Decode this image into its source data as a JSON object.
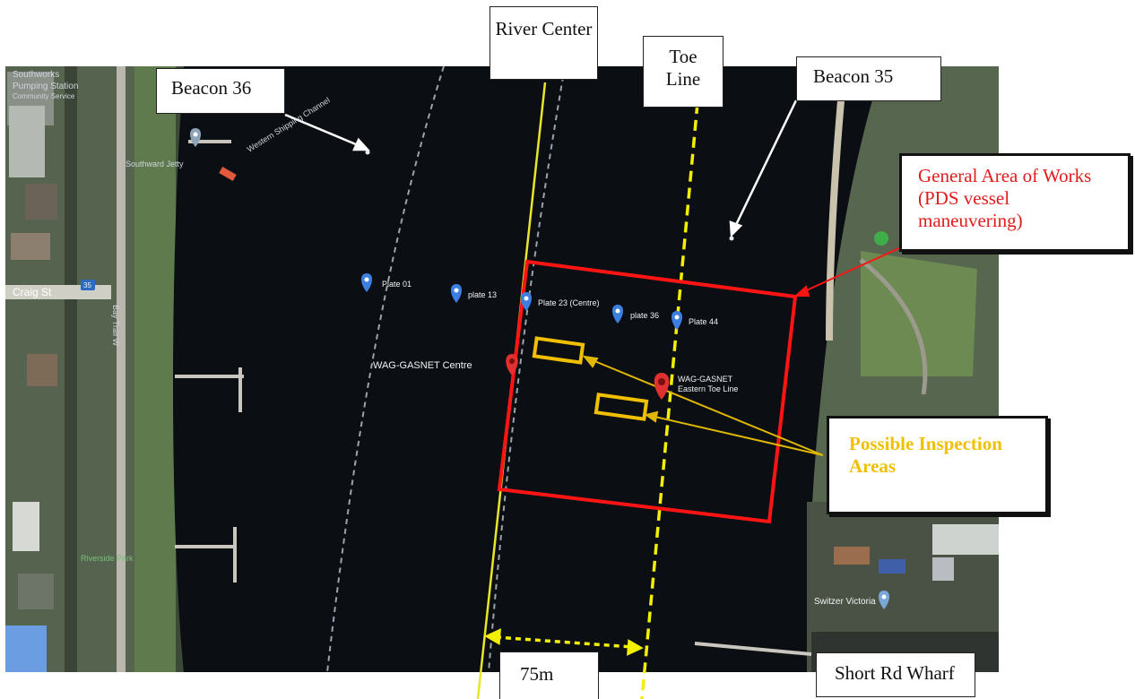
{
  "callouts": {
    "river_center": "River Center",
    "toe_line": "Toe Line",
    "beacon_36": "Beacon 36",
    "beacon_35": "Beacon 35",
    "general_area": "General Area of Works (PDS vessel maneuvering)",
    "inspection_areas": "Possible Inspection Areas",
    "distance": "75m",
    "short_rd_wharf": "Short Rd Wharf"
  },
  "map_labels": {
    "pumping_station_1": "Southworks",
    "pumping_station_2": "Pumping Station",
    "pumping_station_3": "Community Service",
    "southward_jetty": "Southward Jetty",
    "craig_st": "Craig St",
    "route_badge": "35",
    "bay_trail": "Bay Trail W",
    "riverside_park": "Riverside Park",
    "switzer_victoria": "Switzer Victoria",
    "channel_label": "Western Shipping Channel",
    "wag_centre": "WAG-GASNET Centre",
    "wag_eastern_1": "WAG-GASNET",
    "wag_eastern_2": "Eastern Toe Line"
  },
  "plates": [
    {
      "label": "Plate 01"
    },
    {
      "label": "plate 13"
    },
    {
      "label": "Plate 23 (Centre)"
    },
    {
      "label": "plate 36"
    },
    {
      "label": "Plate 44"
    }
  ],
  "colors": {
    "water": "#0b0f14",
    "land": "#4a5a48",
    "work_area": "#ff1414",
    "inspection": "#f0c000",
    "river_center_line": "#e8e62a",
    "toe_line": "#f2f000",
    "pin_blue": "#3d7fe0",
    "pin_red": "#e03030"
  }
}
